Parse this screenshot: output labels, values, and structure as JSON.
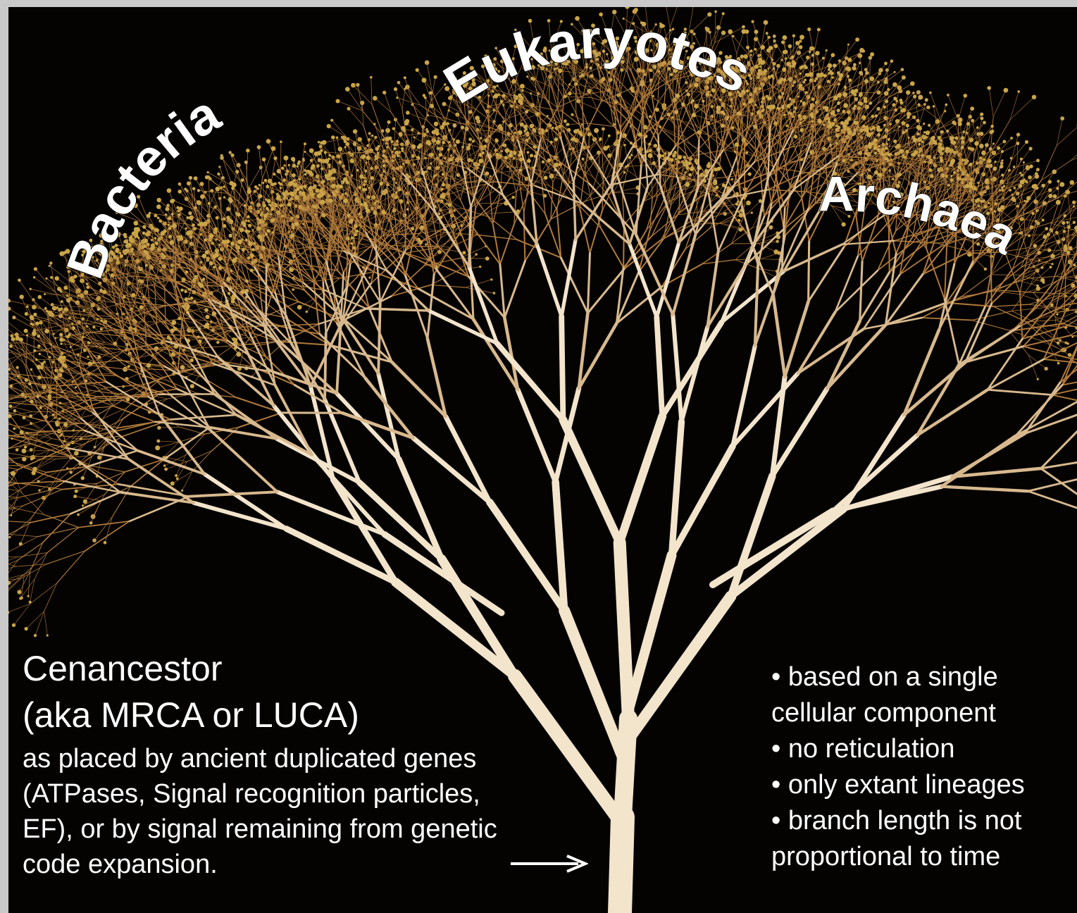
{
  "labels": {
    "bacteria": "Bacteria",
    "eukaryotes": "Eukaryotes",
    "archaea": "Archaea"
  },
  "cenancestor": {
    "title_line1": "Cenancestor",
    "title_line2": "(aka MRCA or LUCA)",
    "description": "as placed by ancient duplicated genes (ATPases, Signal recognition particles, EF), or by signal remaining from genetic code expansion."
  },
  "bullets": [
    "•  based on a single cellular component",
    "• no reticulation",
    "• only extant lineages",
    "• branch length is not proportional to time"
  ],
  "colors": {
    "background": "#050301",
    "trunk": "#f3e4cc",
    "twig": "#b07a3c",
    "leaf": "#c9a548",
    "frame": "#c9c9c9"
  }
}
